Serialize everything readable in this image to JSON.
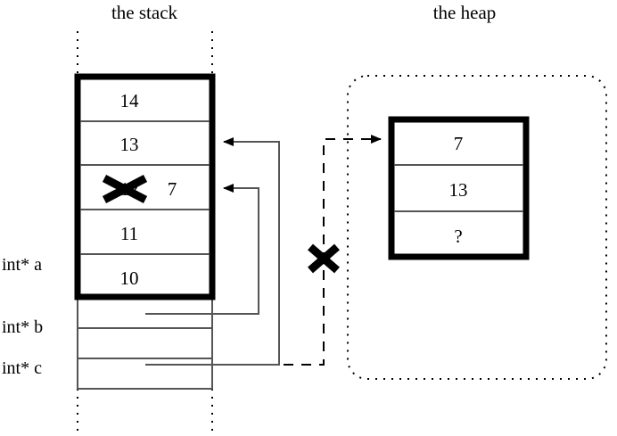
{
  "diagram": {
    "title_stack": "the stack",
    "title_heap": "the heap",
    "colors": {
      "ink": "#000000",
      "rule": "#555555",
      "background": "#ffffff"
    }
  },
  "stack": {
    "allocated_cells": [
      {
        "value": "14"
      },
      {
        "value": "13"
      },
      {
        "value": "12",
        "struck_out": true,
        "replacement": "7"
      },
      {
        "value": "11"
      },
      {
        "value": "10"
      }
    ],
    "pointer_rows": [
      {
        "label": "int* a",
        "value": ""
      },
      {
        "label": "int* b",
        "value": ""
      },
      {
        "label": "int* c",
        "value": ""
      }
    ]
  },
  "heap": {
    "block_cells": [
      {
        "value": "7"
      },
      {
        "value": "13"
      },
      {
        "value": "?"
      }
    ]
  },
  "annotations": {
    "cross_out_stack_value": "X",
    "cross_out_dangling_pointer": "X"
  }
}
